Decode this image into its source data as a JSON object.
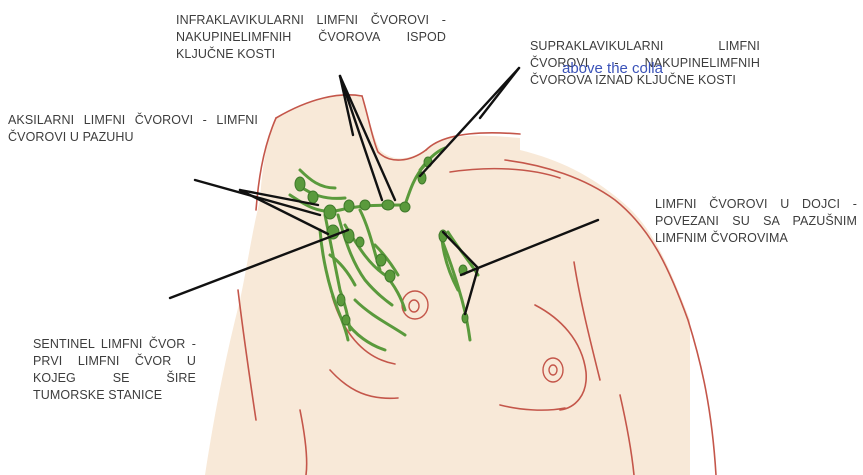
{
  "labels": {
    "infraclavicular": "INFRAKLAVIKULARNI LIMFNI ČVOROVI - NAKUPINELIMFNIH ČVOROVA ISPOD KLJUČNE KOSTI",
    "supraclavicular": "SUPRAKLAVIKULARNI LIMFNI ČVOROVI - NAKUPINELIMFNIH ČVOROVA IZNAD KLJUČNE KOSTI",
    "axillary": "AKSILARNI LIMFNI ČVOROVI - LIMFNI ČVOROVI U PAZUHU",
    "breast": "LIMFNI ČVOROVI U DOJCI - POVEZANI SU SA PAZUŠNIM LIMFNIM ČVOROVIMA",
    "sentinel": "SENTINEL LIMFNI ČVOR - PRVI LIMFNI ČVOR U KOJEG SE ŠIRE TUMORSKE STANICE"
  },
  "overlay_text": "above the colla",
  "colors": {
    "skin": "#f8e9d8",
    "outline": "#c4564a",
    "lymph": "#5a9a3c",
    "lymph_dark": "#3f7a2b",
    "pointer": "#111111",
    "label_text": "#3d3d3d",
    "overlay_text": "#3a52b8"
  }
}
